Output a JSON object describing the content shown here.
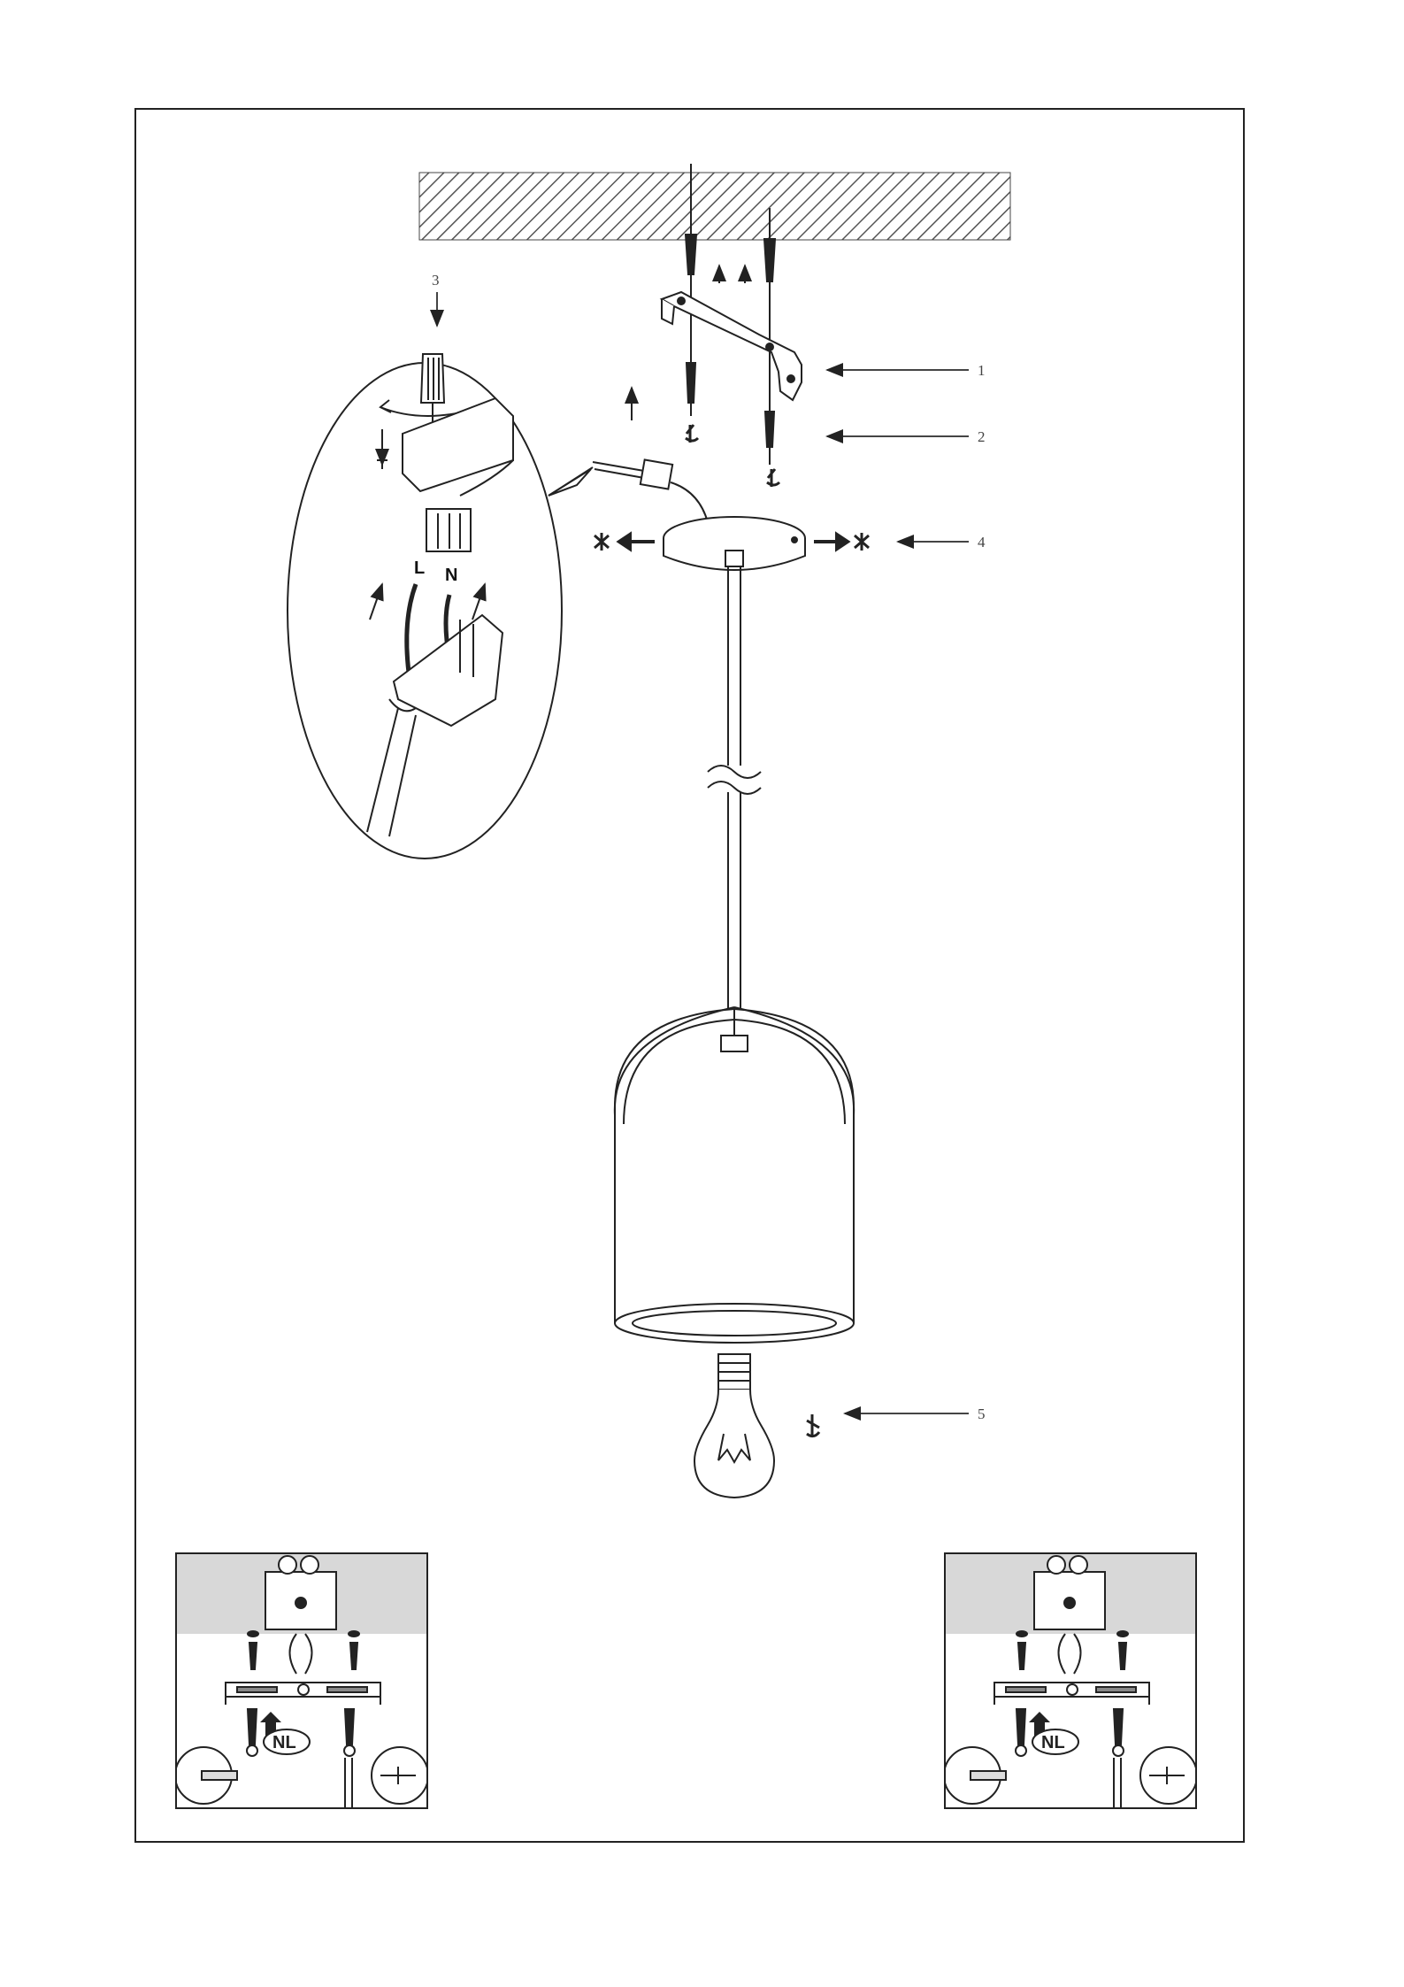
{
  "callouts": [
    {
      "id": "1",
      "label": "1"
    },
    {
      "id": "2",
      "label": "2"
    },
    {
      "id": "3",
      "label": "3"
    },
    {
      "id": "4",
      "label": "4"
    },
    {
      "id": "5",
      "label": "5"
    }
  ],
  "wiring": {
    "live_label": "L",
    "neutral_label": "N"
  },
  "insets": [
    {
      "badge": "NL"
    },
    {
      "badge": "NL"
    }
  ],
  "colors": {
    "line": "#222222",
    "hatch": "#555555",
    "ceiling_shade": "#d8d8d8"
  }
}
